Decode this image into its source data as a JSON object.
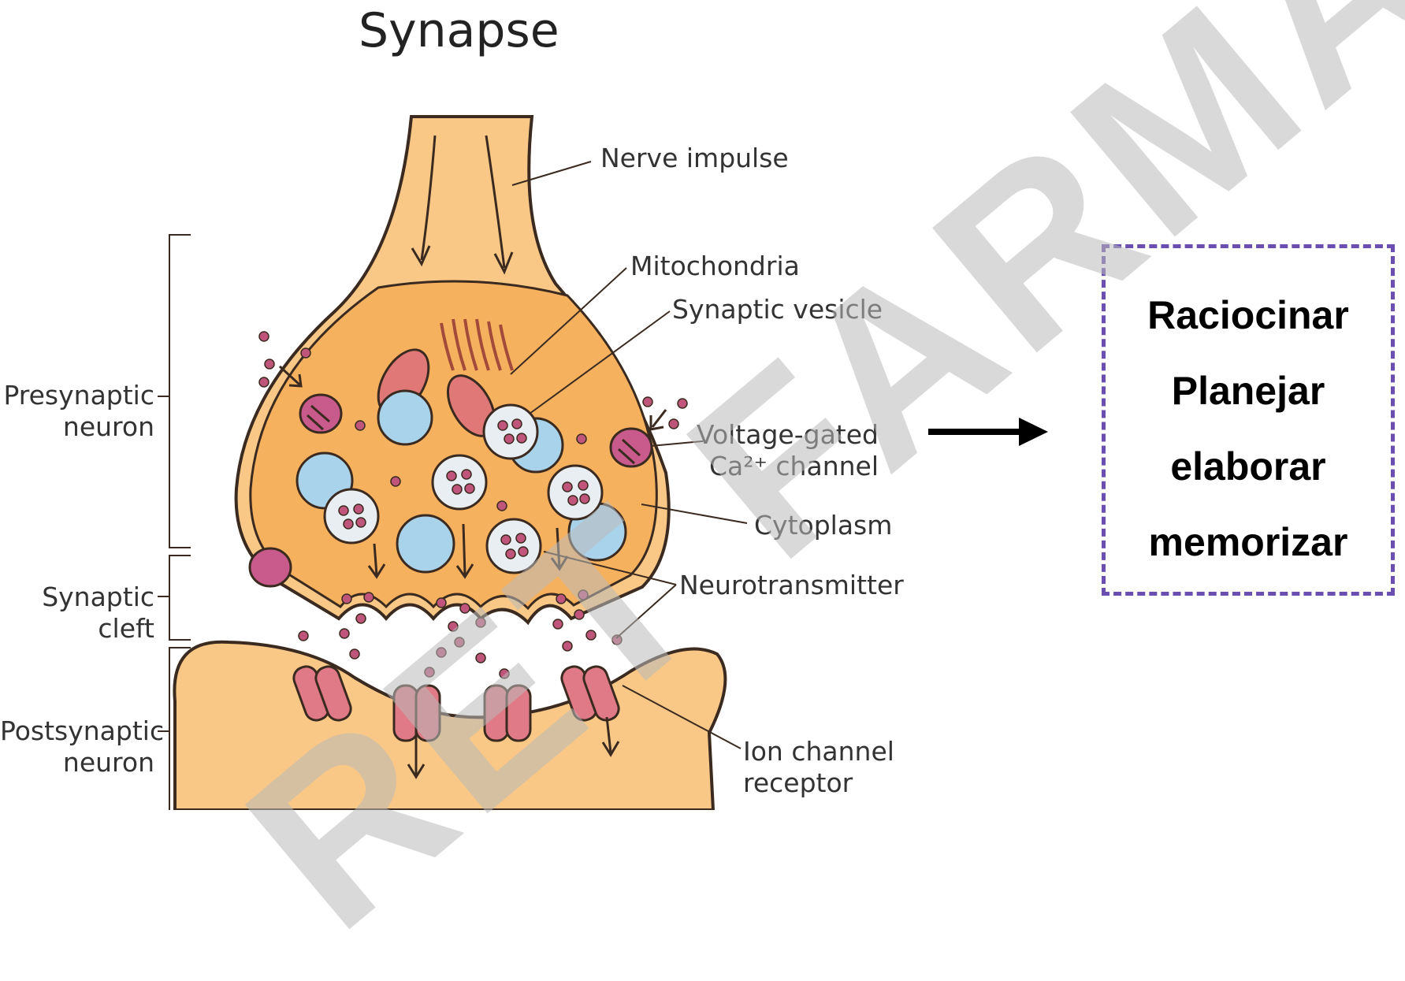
{
  "title": "Synapse",
  "labels": {
    "nerve_impulse": "Nerve impulse",
    "mitochondria": "Mitochondria",
    "synaptic_vesicle": "Synaptic vesicle",
    "voltage_gated_line1": "Voltage-gated",
    "voltage_gated_line2": "Ca²⁺ channel",
    "cytoplasm": "Cytoplasm",
    "neurotransmitter": "Neurotransmitter",
    "ion_channel_line1": "Ion channel",
    "ion_channel_line2": "receptor",
    "presynaptic_line1": "Presynaptic",
    "presynaptic_line2": "neuron",
    "cleft_line1": "Synaptic",
    "cleft_line2": "cleft",
    "postsynaptic_line1": "Postsynaptic",
    "postsynaptic_line2": "neuron"
  },
  "keywords": [
    "Raciocinar",
    "Planejar",
    "elaborar",
    "memorizar"
  ],
  "watermark": "RET FARMÁCIA",
  "colors": {
    "neuron_fill": "#f9c886",
    "neuron_inner": "#f6b15e",
    "outline": "#3b2a20",
    "vesicle_blue": "#a9d3ea",
    "mito_red": "#e07878",
    "channel_pink": "#c85a8c",
    "receptor_red": "#e07a86",
    "box_border": "#6a4fb0"
  }
}
